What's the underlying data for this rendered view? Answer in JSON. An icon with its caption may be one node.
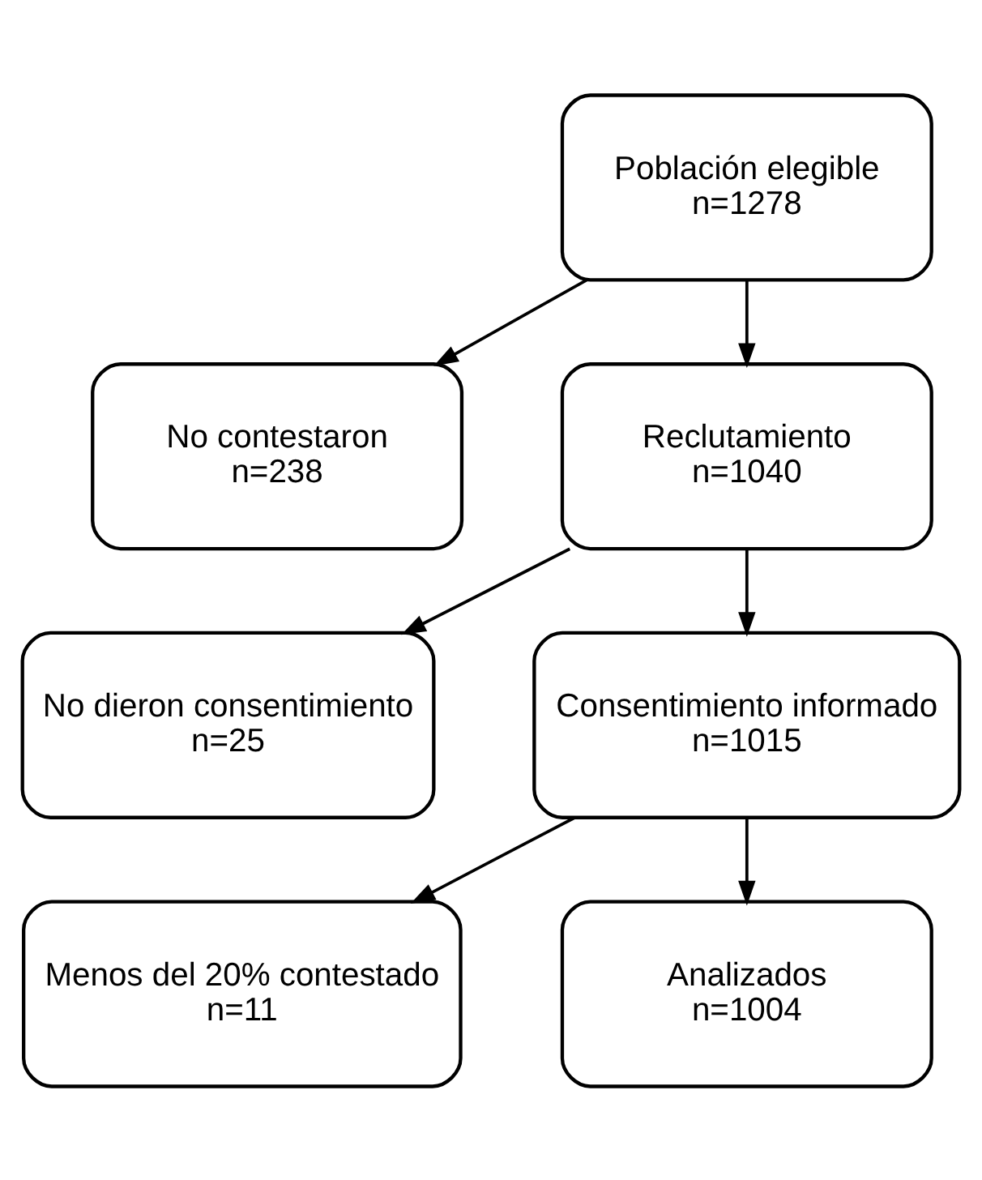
{
  "diagram": {
    "nodes": [
      {
        "text": [
          "Población elegible",
          "n=1278"
        ]
      },
      {
        "text": [
          "No contestaron",
          "n=238"
        ]
      },
      {
        "text": [
          "Reclutamiento",
          "n=1040"
        ]
      },
      {
        "text": [
          "No dieron consentimiento",
          "n=25"
        ]
      },
      {
        "text": [
          "Consentimiento informado",
          "n=1015"
        ]
      },
      {
        "text": [
          "Menos del 20% contestado",
          "n=11"
        ]
      },
      {
        "text": [
          "Analizados",
          "n=1004"
        ]
      }
    ],
    "edges": [
      {
        "from": 0,
        "to": 2,
        "arrow": "to"
      },
      {
        "from": 0,
        "to": 1,
        "arrow": "to"
      },
      {
        "from": 2,
        "to": 4,
        "arrow": "to"
      },
      {
        "from": 2,
        "to": 3,
        "arrow": "to"
      },
      {
        "from": 4,
        "to": 6,
        "arrow": "to"
      },
      {
        "from": 4,
        "to": 5,
        "arrow": "to"
      }
    ]
  }
}
